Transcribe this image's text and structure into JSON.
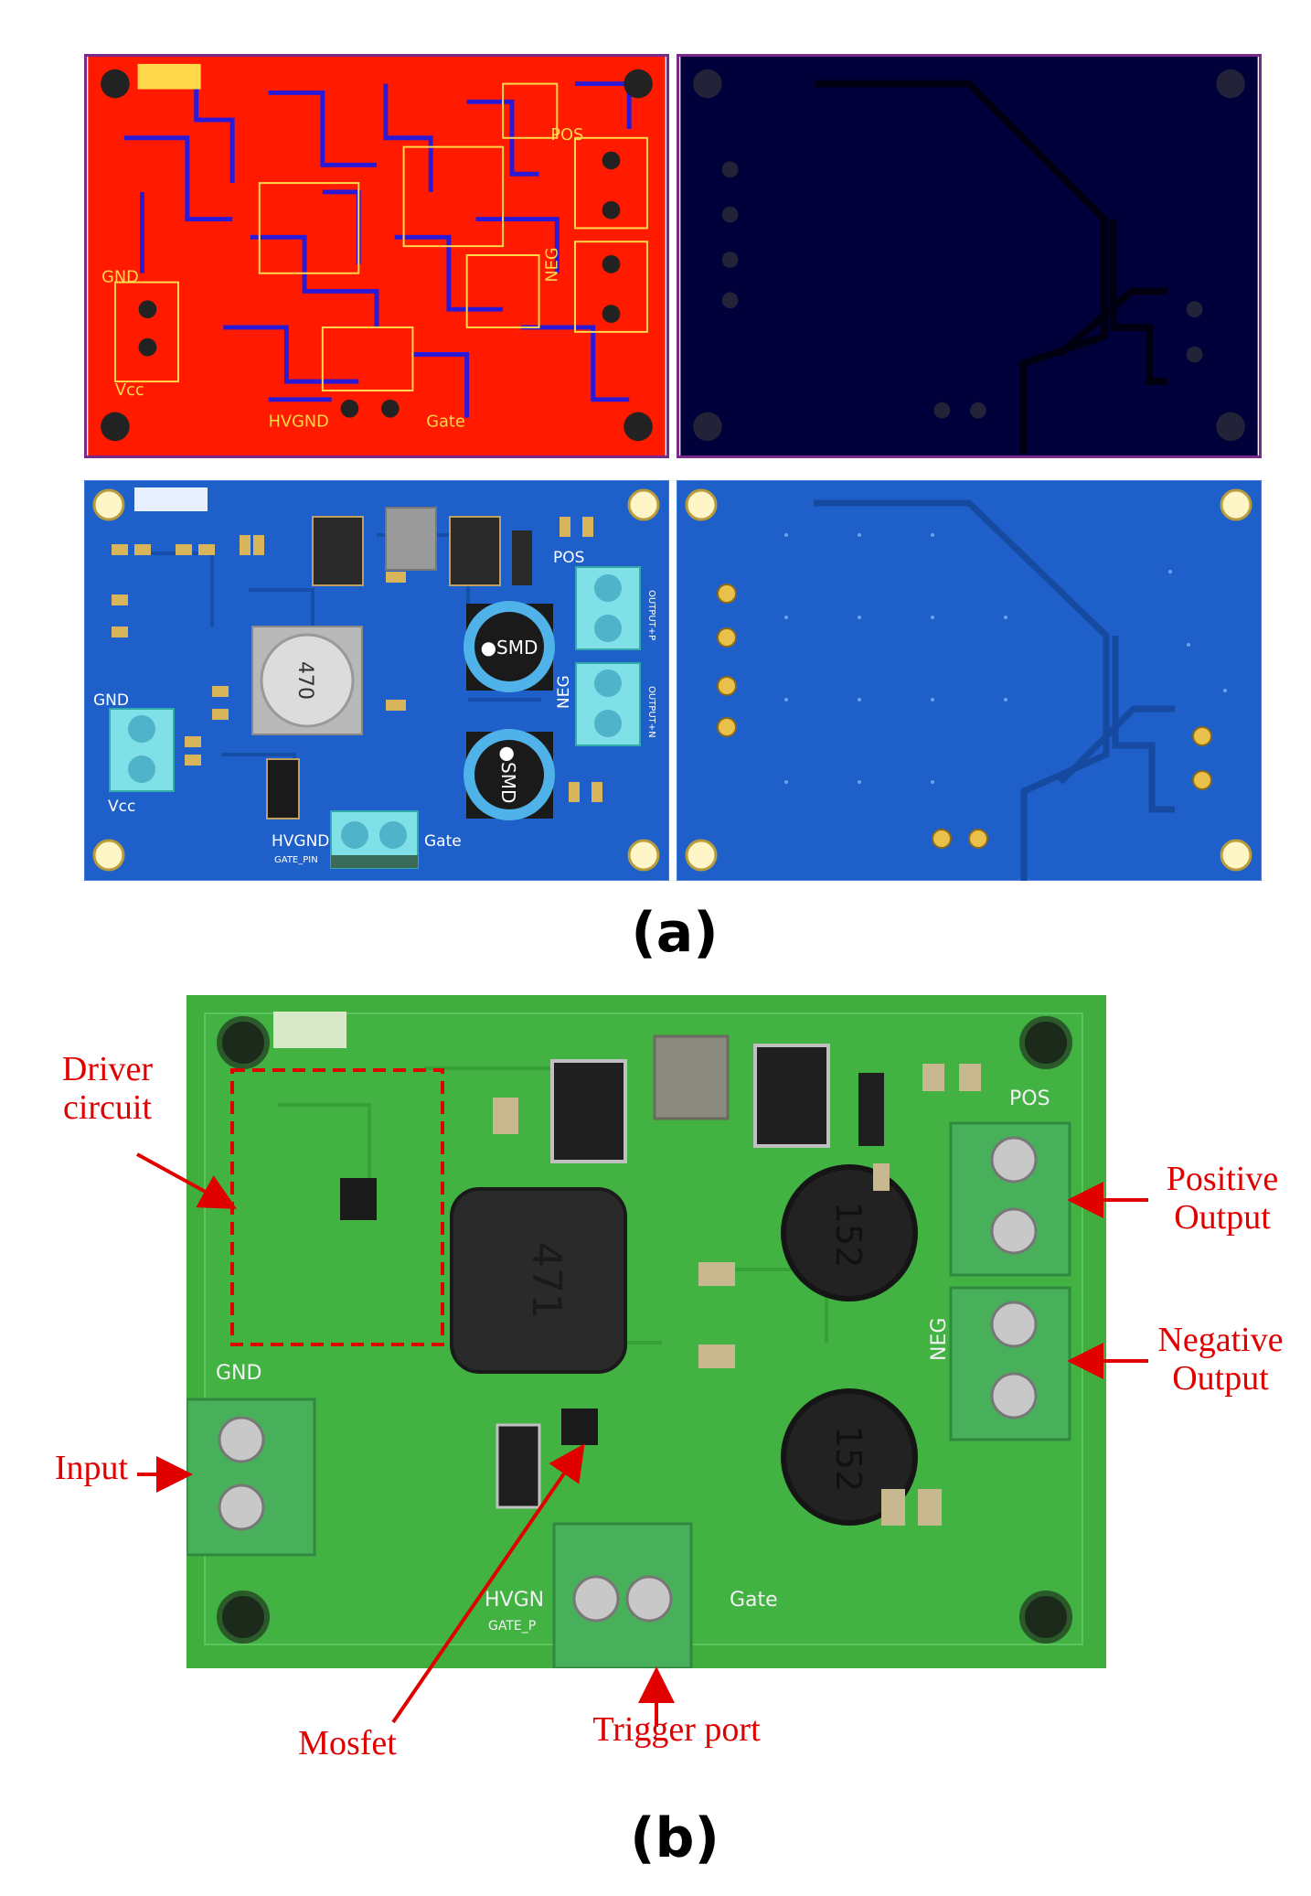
{
  "figure": {
    "label_a": "(a)",
    "label_b": "(b)"
  },
  "pcb_layout": {
    "silk_labels": {
      "pos": "POS",
      "neg": "NEG",
      "gnd": "GND",
      "vcc": "Vcc",
      "hvgnd": "HVGND",
      "gate": "Gate",
      "gate_pin": "GATE_PIN",
      "output_p": "OUTPUT+P",
      "output_n": "OUTPUT+N",
      "inductor_value": "470",
      "smd_1": "●SMD",
      "smd_2": "●SMD"
    },
    "colors": {
      "top_copper": "#ff1a00",
      "bottom_copper": "#00003a",
      "board_3d": "#1e5fc9",
      "silkscreen": "#ffd94a"
    }
  },
  "photo": {
    "callouts": {
      "driver_circuit": "Driver\ncircuit",
      "input": "Input",
      "mosfet": "Mosfet",
      "trigger_port": "Trigger port",
      "positive_output": "Positive\nOutput",
      "negative_output": "Negative\nOutput"
    },
    "silk_labels": {
      "gnd": "GND",
      "pos": "POS",
      "neg": "NEG",
      "gate": "Gate",
      "hvgnd": "HVGN",
      "gate_pin": "GATE_P",
      "inductor_main": "471",
      "inductor_1": "152",
      "inductor_2": "152"
    },
    "colors": {
      "board": "#3fae3f",
      "terminal": "#48b05a",
      "callout": "#e00000"
    }
  }
}
